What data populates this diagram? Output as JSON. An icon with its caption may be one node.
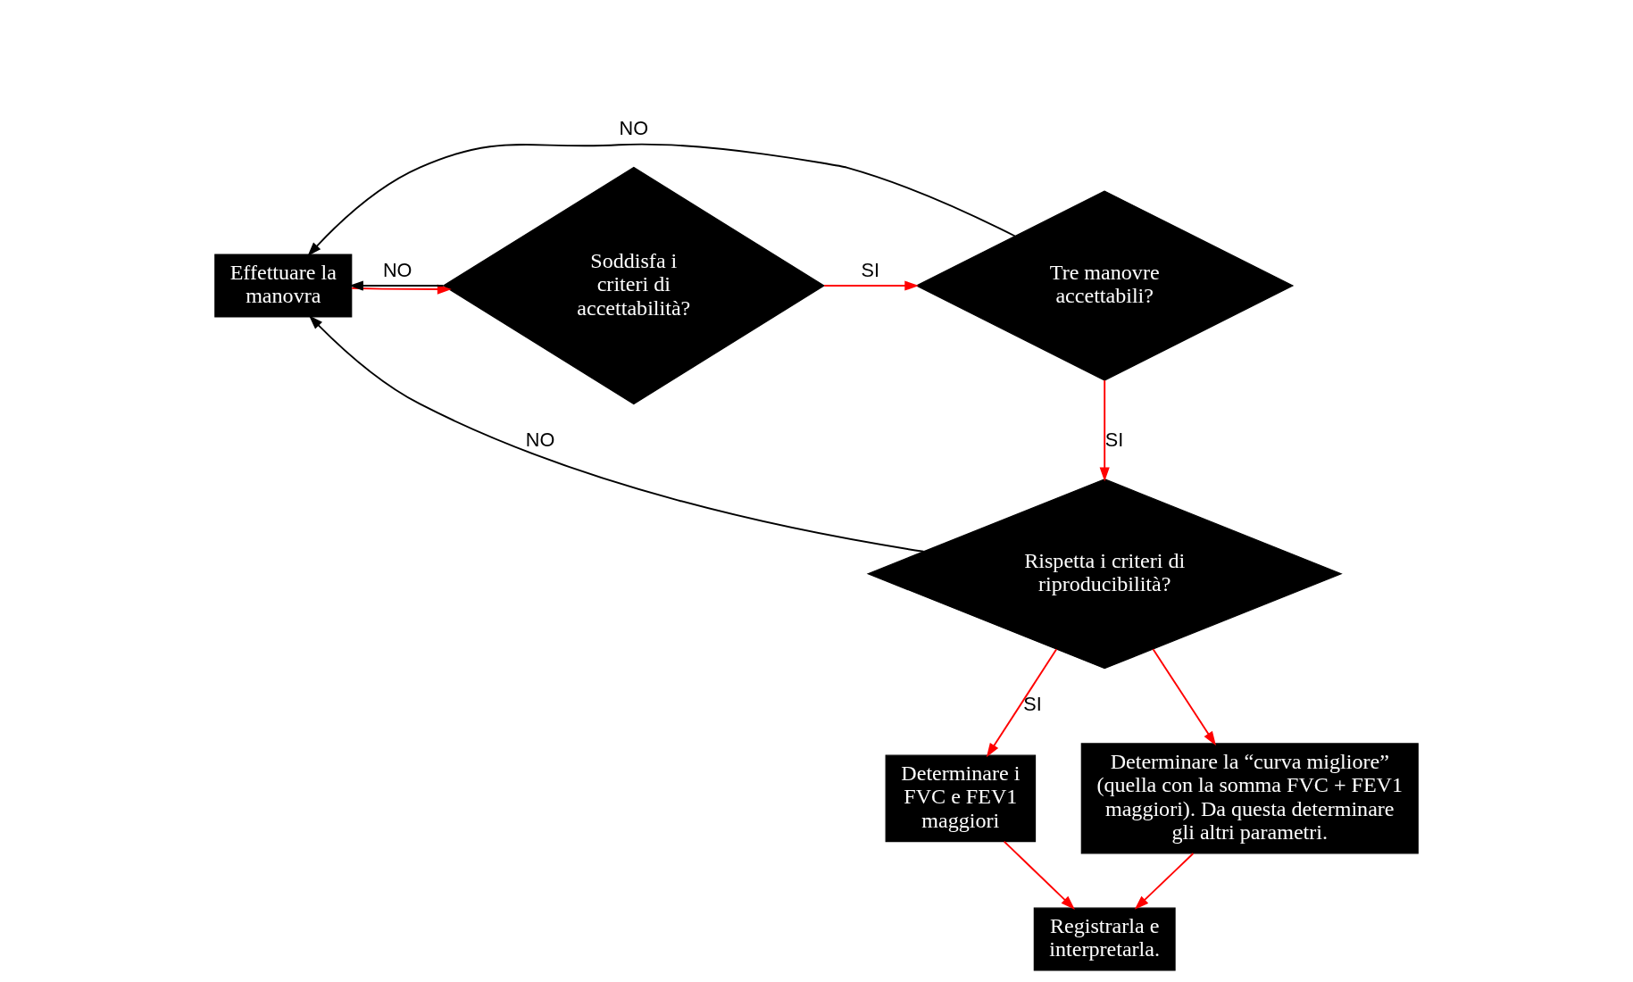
{
  "diagram": {
    "nodes": [
      {
        "text": [
          "Effettuare la manovra"
        ]
      },
      {
        "text": [
          "Soddisfa i criteri di accettabilità?"
        ]
      },
      {
        "text": [
          "Tre manovre accettabili?"
        ]
      },
      {
        "text": [
          "Rispetta i criteri di riproducibilità?"
        ]
      },
      {
        "text": [
          "Determinare i FVC e FEV1 maggiori"
        ]
      },
      {
        "text": [
          "Determinare la “curva migliore” (quella con la somma FVC + FEV1 maggiori). Da questa determinare gli altri parametri."
        ]
      },
      {
        "text": [
          "Registrarla e interpretarla."
        ]
      }
    ],
    "edges": [
      {
        "from": 0,
        "to": 1,
        "arrow": "to"
      },
      {
        "from": 1,
        "to": 2,
        "arrow": "to",
        "label": "SI"
      },
      {
        "from": 1,
        "to": 0,
        "arrow": "to",
        "label": "NO",
        "color": "#000000"
      },
      {
        "from": 2,
        "to": 0,
        "arrow": "to",
        "label": "NO",
        "color": "#000000"
      },
      {
        "from": 2,
        "to": 3,
        "arrow": "to",
        "label": "SI"
      },
      {
        "from": 3,
        "to": 0,
        "arrow": "to",
        "label": "NO",
        "color": "#000000"
      },
      {
        "from": 3,
        "to": 4,
        "arrow": "to",
        "label": "SI"
      },
      {
        "from": 3,
        "to": 5,
        "arrow": "to"
      },
      {
        "from": 4,
        "to": 6,
        "arrow": "to"
      },
      {
        "from": 5,
        "to": 6,
        "arrow": "to"
      }
    ]
  }
}
